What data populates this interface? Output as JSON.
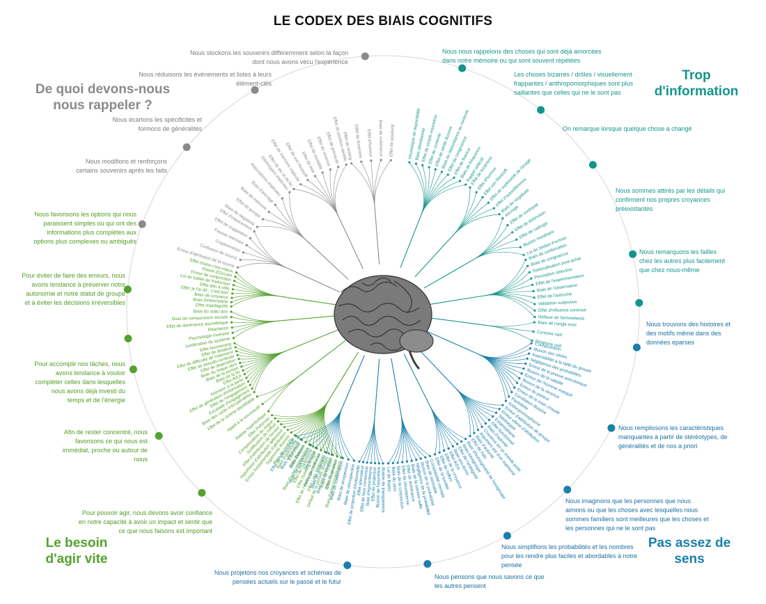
{
  "title": "LE CODEX DES BIAIS COGNITIFS",
  "quadrants": {
    "memory": "De quoi devons-nous nous rappeler ?",
    "info": "Trop d'information",
    "speed": "Le besoin d'agir vite",
    "meaning": "Pas assez de sens"
  },
  "colors": {
    "memory": "#8a8a8a",
    "info": "#13958b",
    "speed": "#53a22d",
    "meaning": "#1a7fab",
    "circle": "#d6d6d6"
  },
  "categories": {
    "m1": "Nous stockons les souvenirs différemment selon la façon dont nous avons vécu l'expérience",
    "m2": "Nous réduisons les événements et listes à leurs élément-clés",
    "m3": "Nous écartons les spécificités et formons de généralités",
    "m4": "Nous modifions et renforçons certains souvenirs après les faits",
    "i1": "Nous nous rappelons des choses qui sont déjà amorcées dans notre mémoire ou qui sont souvent répétées",
    "i2": "Les choses bizarres / drôles / visuellement frappantes / anthropomorphiques sont plus saillantes que celles qui ne le sont pas",
    "i3": "On remarque lorsque quelque chose a changé",
    "i4": "Nous sommes attirés par les détails qui confirment nos propres croyances préexistantes",
    "i5": "Nous remarquons les failles chez les autres plus facilement que chez nous-même",
    "n1": "Nous trouvons des histoires et des motifs même dans des données éparses",
    "n2": "Nous remplissons les caractéristiques manquantes à partir de stéréotypes, de généralités et de nos a priori",
    "n3": "Nous imaginons que les personnes que nous aimons ou que les choses avec lesquelles nous sommes familiers sont meilleures que les choses et les personnes qui ne le sont pas",
    "n4": "Nous simplifions les probabilités et les nombres pour les rendre plus faciles et abordables à notre pensée",
    "n5": "Nous pensons que nous savons ce que les autres pensent",
    "n6": "Nous projetons nos croyances et schémas de pensées actuels sur le passé et le futur",
    "s1": "Nous favorisons les options qui nous paraissent simples ou qui ont des informations plus complètes aux options plus complexes ou ambiguës",
    "s2": "Pour éviter de faire des erreurs, nous avons tendance à préserver notre autonomie et notre statut de groupe et à éviter les décisions irréversibles",
    "s3": "Pour accomplir nos tâches, nous avons tendance à vouloir compléter celles dans lesquelles nous avons déjà investi du temps et de l'énergie",
    "s4": "Afin de rester concentré, nous favorisons ce qui nous est immédiat, proche ou autour de nous",
    "s5": "Pour pouvoir agir, nous devons avoir confiance en notre capacité à avoir un impact et sentir que ce que nous faisons est important"
  },
  "bias_groups": [
    {
      "cat": "m1",
      "quad": "memory",
      "biases": [
        "Effet de positivité",
        "Biais de cohérence",
        "Effet d'humour",
        "Effet de bizarrerie",
        "Effet de testing"
      ]
    },
    {
      "cat": "m2",
      "quad": "memory",
      "biases": [
        "Effet de position sérielle",
        "Effet de primauté",
        "Effet de récence",
        "Effet de modalité",
        "Effet de liste",
        "Effet de von Restorff",
        "Effet de mémoire implicite",
        "Effet de pic et de fin"
      ]
    },
    {
      "cat": "m3",
      "quad": "memory",
      "biases": [
        "Stéréotypes implicites",
        "Associations implicites",
        "Biais d'ancrage",
        "Biais de mémoire",
        "Effet de groupe",
        "Biais de négativité"
      ]
    },
    {
      "cat": "m4",
      "quad": "memory",
      "biases": [
        "Effet d'espacement",
        "Effet de suggestion",
        "Fausse mémoire",
        "Cryptomnésie",
        "Confusion de source",
        "Erreur d'attribution de la source"
      ]
    },
    {
      "cat": "i1",
      "quad": "info",
      "biases": [
        "Heuristique de disponibilité",
        "Biais attentionnel",
        "Effet de simple exposition",
        "Effet de contexte",
        "Effet de vérité illusoire",
        "Biais de dépendance au contexte",
        "Effet de congruence",
        "Effet de fluence",
        "Biais de fréquence",
        "Rappel sélectif"
      ]
    },
    {
      "cat": "i2",
      "quad": "info",
      "biases": [
        "Effet de bizarrerie",
        "Effet d'humour",
        "Effet von Restorff",
        "Effet de supériorité de l'image",
        "Effet d'autoréférence",
        "Biais de négativité"
      ]
    },
    {
      "cat": "i3",
      "quad": "info",
      "biases": [
        "Ancrage",
        "Effet de contraste",
        "Effet de distinction",
        "Effet de cadrage",
        "Illusion monétaire",
        "Loi de Weber-Fechner"
      ]
    },
    {
      "cat": "i4",
      "quad": "info",
      "biases": [
        "Biais de confirmation",
        "Biais de congruence",
        "Rationalisation post-achat",
        "Perception sélective",
        "Effet de l'expérimentateur",
        "Biais de l'observateur",
        "Effet de l'autruche",
        "Validation subjective",
        "Effet d'influence continue",
        "Réflexe de Semmelweis"
      ]
    },
    {
      "cat": "i5",
      "quad": "info",
      "biases": [
        "Biais de l'angle mort",
        "Cynisme naïf",
        "Réalisme naïf"
      ]
    },
    {
      "cat": "n1",
      "quad": "meaning",
      "biases": [
        "Confabulation",
        "Illusion des séries",
        "Insensibilité à la taille du groupe",
        "Négligence des probabilités",
        "Erreur de la preuve anecdotique",
        "Illusion de la validité",
        "Erreur de l'homme masqué",
        "Illusion de la récence",
        "Erreur du parieur",
        "Erreur de la main chaude",
        "Corrélation illusoire",
        "Paréidolie",
        "Anthropomorphisme"
      ]
    },
    {
      "cat": "n2",
      "quad": "meaning",
      "biases": [
        "Erreur d'attribution de groupe",
        "Erreur ultime d'attribution",
        "Stéréotypie",
        "Essentialisme",
        "Effet fonctionnel",
        "Biais d'autorité",
        "Croyance en un monde juste",
        "Argument tiré d'un sophisme",
        "Biais d'autorité",
        "Effet de halo"
      ]
    },
    {
      "cat": "n3",
      "quad": "meaning",
      "biases": [
        "Biais d'homogénéité de l'exogroupe",
        "Biais intragroupe",
        "Effet de l'ambiguïté",
        "Biais pro-domo",
        "Effet IKEA",
        "Effet de la croyance",
        "Effet de l'effort",
        "Effet de la lucidité"
      ]
    },
    {
      "cat": "n4",
      "quad": "meaning",
      "biases": [
        "Comptabilité mentale",
        "Biais de normalité",
        "Illusion de la probabilité",
        "Négligence de la probabilité",
        "Biais de la somme nulle",
        "Effet de dominance",
        "Effet de récompense",
        "Biais de la conjonction",
        "Biais du zéro",
        "Loi de Bayes"
      ]
    },
    {
      "cat": "n5",
      "quad": "meaning",
      "biases": [
        "Illusion de transparence",
        "Illusion de l'asymétrie",
        "Effet de projection",
        "Biais d'égocentrisme",
        "Effet de faux consensus",
        "Effet spectateur",
        "Effet de projection émotionnelle"
      ]
    },
    {
      "cat": "n6",
      "quad": "meaning",
      "biases": [
        "Biais de rétrospection",
        "Biais de prospection",
        "Biais de confirmation",
        "Effet de récence",
        "Biais pro-innovation",
        "Biais de projection",
        "Rétrospective rose",
        "Déclinisme",
        "Biais de planification",
        "Biais d'impact",
        "Biais rétrospectif",
        "Effet de télescopage"
      ]
    },
    {
      "cat": "s1",
      "quad": "speed",
      "biases": [
        "Effet moins-c'est-mieux",
        "Rasoir d'Occam",
        "Erreur de conjonction",
        "Loi de futilité de Parkinson",
        "Effet abri à vélo",
        "Effet 'je l'ai dit', 'c'est bon'",
        "Biais de croyance",
        "Biais d'information",
        "Effet d'ambiguïté"
      ]
    },
    {
      "cat": "s2",
      "quad": "speed",
      "biases": [
        "Biais du statu quo",
        "Biais de comparaison sociale",
        "Effet de dominance asymétrique",
        "Réactance",
        "Psychologie inversée",
        "Justification du système"
      ]
    },
    {
      "cat": "s3",
      "quad": "speed",
      "biases": [
        "Effet boomerang",
        "Effet de dotation",
        "Effet de difficulté de traitement",
        "Effet de pseudo-certitude",
        "Effet de disposition",
        "Biais du risque zéro",
        "Biais de la portion",
        "Biais de la fin",
        "Effet IKEA",
        "Aversion à la perte",
        "Effet de génération d'information",
        "Effet de l'engagement",
        "Escalade d'engagement",
        "Biais des coûts irrécupérables"
      ]
    },
    {
      "cat": "s4",
      "quad": "speed",
      "biases": [
        "Effet de la victime identifiable",
        "Appel à la nouveauté",
        "Rabais hyperbolique"
      ]
    },
    {
      "cat": "s5",
      "quad": "speed",
      "biases": [
        "Effet Peltzman",
        "Compensation du risque",
        "Justification de l'effort",
        "Effet d'attribution de l'erreur",
        "Hypothèse d'attribution défensive",
        "Erreur fondamentale d'attribution",
        "Supériorité illusoire",
        "Biais de contrôle",
        "Biais d'optimisme",
        "Effet Forer",
        "Effet Barnum",
        "Biais d'autocomplaisance",
        "Effet de l'optimisme",
        "Effet Dunning-Kruger",
        "Effet de l'excès de confiance",
        "Effet Lake Wobegon",
        "Défaut de la pensée sombre",
        "Biais de l'impact",
        "Effet Pygmalion",
        "Biais d'autocomplaisance"
      ]
    }
  ]
}
